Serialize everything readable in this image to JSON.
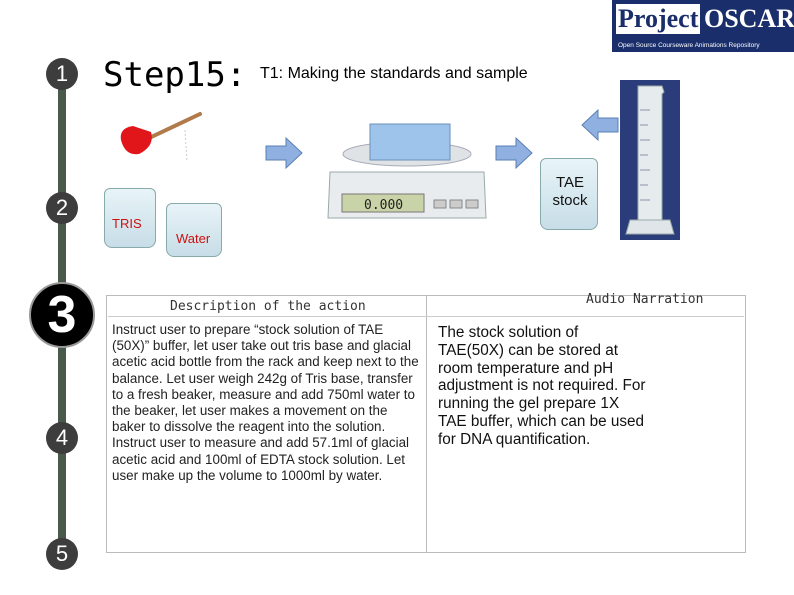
{
  "header": {
    "title": "Step15:",
    "subtitle": "T1: Making the standards and sample"
  },
  "logo": {
    "word1": "Project",
    "word2": "OSCAR",
    "tagline": "Open Source Courseware Animations Repository"
  },
  "steps": [
    "1",
    "2",
    "3",
    "4",
    "5"
  ],
  "current_step": "3",
  "labels": {
    "tris": "TRIS",
    "water": "Water",
    "tae_stock": "TAE stock",
    "balance_display": "0.000"
  },
  "description": {
    "heading": "Description of the action",
    "text": "Instruct user to prepare “stock solution of TAE (50X)” buffer, let user take out tris base and glacial acetic acid bottle from the rack and keep next to the balance. Let user weigh 242g of Tris base, transfer to a fresh beaker, measure and add 750ml water to the beaker, let user makes a movement on the baker to dissolve the reagent into the solution. Instruct user to measure and add 57.1ml of glacial acetic acid and 100ml of EDTA stock solution. Let user make up the volume to 1000ml by water."
  },
  "narration": {
    "heading": "Audio Narration",
    "text": "The stock solution of TAE(50X) can be stored at room temperature and pH adjustment is not required. For running the gel prepare 1X TAE buffer, which can be used for DNA quantification."
  },
  "colors": {
    "arrow": "#8fb0e0",
    "label_red": "#d01010"
  }
}
